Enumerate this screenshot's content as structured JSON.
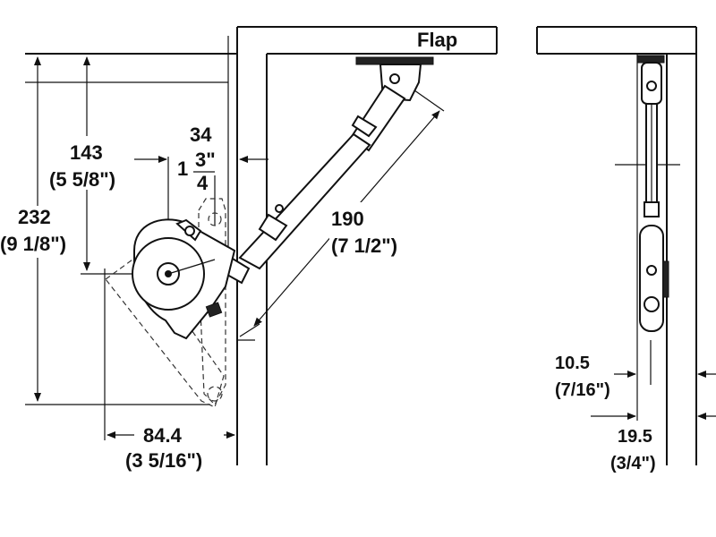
{
  "labels": {
    "flap": "Flap",
    "dim_143": "143",
    "dim_143_in": "(5 5/8\")",
    "dim_232": "232",
    "dim_232_in": "(9 1/8\")",
    "dim_34": "34",
    "dim_34_whole": "1",
    "dim_34_num": "3\"",
    "dim_34_den": "4",
    "dim_190": "190",
    "dim_190_in": "(7 1/2\")",
    "dim_84": "84.4",
    "dim_84_in": "(3 5/16\")",
    "dim_10_5": "10.5",
    "dim_10_5_in": "(7/16\")",
    "dim_19_5": "19.5",
    "dim_19_5_in": "(3/4\")"
  }
}
